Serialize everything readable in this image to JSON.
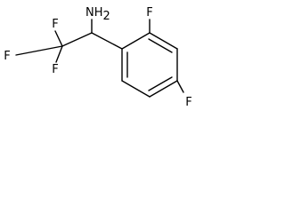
{
  "molecule": {
    "atoms": {
      "amine_n": "NH",
      "amine_h_count": "2",
      "f_cf3_top": "F",
      "f_cf3_left": "F",
      "f_cf3_bottom": "F",
      "f_ring_ortho": "F",
      "f_ring_para": "F"
    },
    "bond_color": "#000000",
    "background": "#ffffff"
  }
}
